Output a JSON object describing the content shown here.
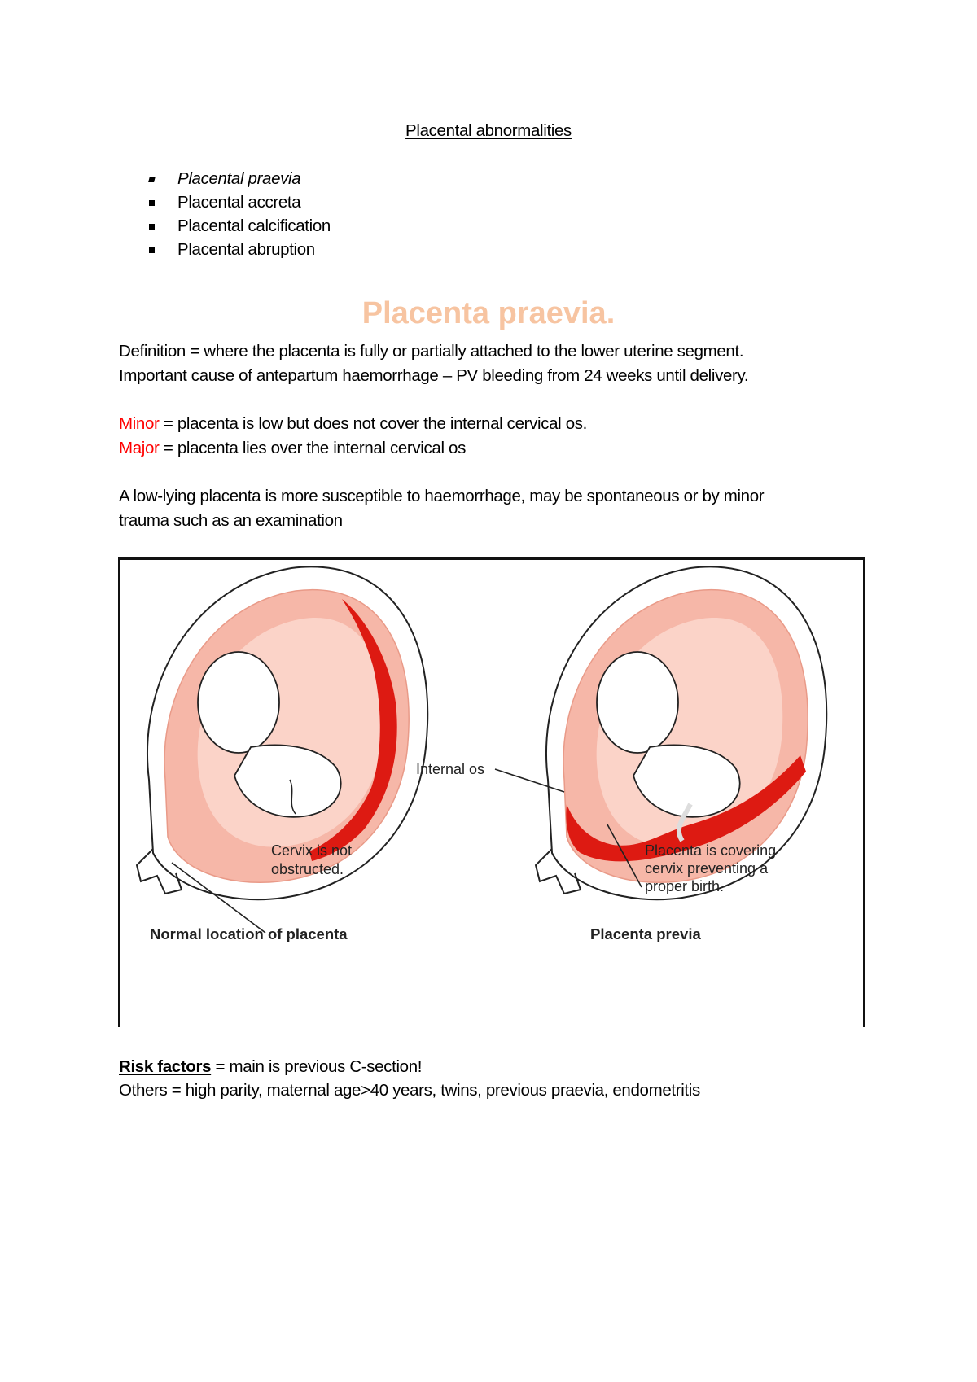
{
  "document": {
    "title": "Placental abnormalities",
    "bullets": [
      {
        "label": "Placental praevia",
        "italic": true
      },
      {
        "label": "Placental accreta",
        "italic": false
      },
      {
        "label": "Placental calcification",
        "italic": false
      },
      {
        "label": "Placental abruption",
        "italic": false
      }
    ],
    "section_heading": "Placenta praevia.",
    "section_heading_color": "#f7c4a1",
    "definition_line1": "Definition = where the placenta is fully or partially attached to the lower uterine segment.",
    "definition_line2": "Important cause of antepartum haemorrhage – PV bleeding from 24 weeks until delivery.",
    "minor": {
      "label": "Minor",
      "text": " = placenta is low but does not cover the internal cervical os."
    },
    "major": {
      "label": "Major",
      "text": " = placenta lies over the internal cervical os"
    },
    "highlight_color": "#ff0000",
    "low_lying_line1": "A low-lying placenta is more susceptible to haemorrhage, may be spontaneous or by minor",
    "low_lying_line2": "trauma such as an examination",
    "figure": {
      "left_panel": {
        "callout": [
          "Cervix is not",
          "obstructed."
        ],
        "caption": "Normal location of placenta"
      },
      "right_panel": {
        "internal_os_label": "Internal os",
        "callout": [
          "Placenta is covering",
          "cervix preventing a",
          "proper birth."
        ],
        "caption": "Placenta previa"
      },
      "colors": {
        "uterus_fill": "#f6b7a8",
        "amniotic_inner": "#fbd3c8",
        "placenta": "#dd1a12",
        "outline": "#222222"
      }
    },
    "risk_factors": {
      "label": "Risk factors",
      "text": " = main is previous C-section!",
      "others": "Others = high parity, maternal age>40 years, twins, previous praevia, endometritis"
    }
  }
}
